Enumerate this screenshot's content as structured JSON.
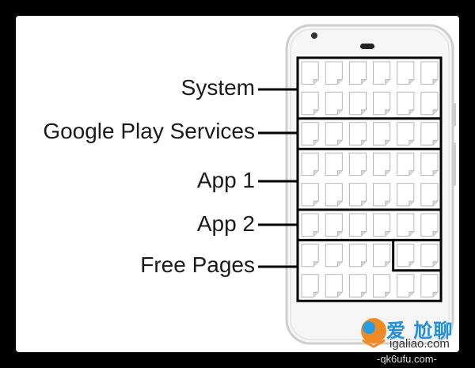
{
  "diagram": {
    "labels": [
      "System",
      "Google Play Services",
      "App 1",
      "App 2",
      "Free Pages"
    ],
    "grid": {
      "rows": 8,
      "cols": 6
    },
    "groups": [
      {
        "label": "System",
        "rows": [
          0,
          1
        ]
      },
      {
        "label": "Google Play Services",
        "rows": [
          2,
          2
        ]
      },
      {
        "label": "App 1",
        "rows": [
          3,
          4
        ]
      },
      {
        "label": "App 2",
        "rows": [
          5,
          5
        ],
        "extra_cells": [
          [
            6,
            0
          ],
          [
            6,
            1
          ],
          [
            6,
            2
          ],
          [
            6,
            3
          ]
        ]
      },
      {
        "label": "Free Pages",
        "cells_from": [
          6,
          4
        ],
        "rows_end": 7
      }
    ],
    "colors": {
      "outline": "#000000",
      "phone_frame": "#d9d9d9",
      "page_fold": "#d8d8d8"
    }
  },
  "watermark": {
    "brand_text": "爱 尬聊",
    "url_text": "igaliao.com",
    "url_text_2": "-qk6ufu.com-"
  }
}
